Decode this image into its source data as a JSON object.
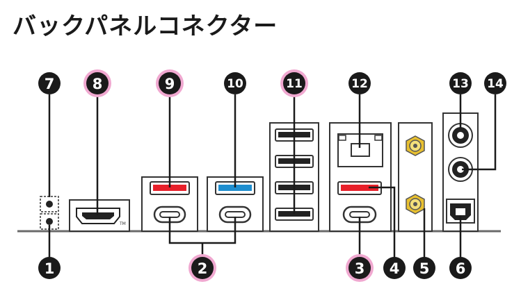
{
  "title": "バックパネルコネクター",
  "colors": {
    "callout": "#1a1a1a",
    "highlight_ring": "#f0a8d0",
    "usb_red": "#e8202a",
    "usb_blue": "#1e8ecf",
    "gold": "#e8c030",
    "pcb_line": "#6a6a6a"
  },
  "callouts": [
    {
      "id": "7",
      "label": "7"
    },
    {
      "id": "8",
      "label": "8",
      "highlight": true
    },
    {
      "id": "9",
      "label": "9",
      "highlight": true
    },
    {
      "id": "10",
      "label": "10"
    },
    {
      "id": "11",
      "label": "11",
      "highlight": true
    },
    {
      "id": "12",
      "label": "12"
    },
    {
      "id": "13",
      "label": "13"
    },
    {
      "id": "14",
      "label": "14"
    },
    {
      "id": "1",
      "label": "1"
    },
    {
      "id": "2",
      "label": "2",
      "highlight": true
    },
    {
      "id": "3",
      "label": "3",
      "highlight": true
    },
    {
      "id": "4",
      "label": "4"
    },
    {
      "id": "5",
      "label": "5"
    },
    {
      "id": "6",
      "label": "6"
    }
  ],
  "hdmi_tm": "TM"
}
